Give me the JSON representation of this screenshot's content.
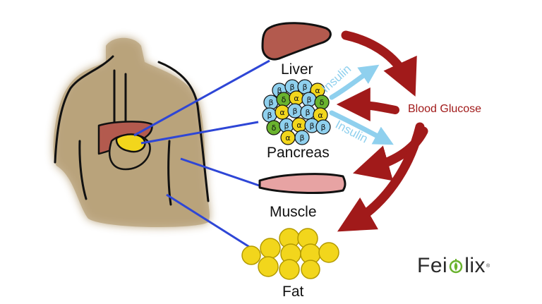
{
  "labels": {
    "liver": "Liver",
    "pancreas": "Pancreas",
    "muscle": "Muscle",
    "fat": "Fat",
    "blood_glucose": "Blood Glucose",
    "insulin_upper": "Insulin",
    "insulin_lower": "Insulin"
  },
  "pancreas_cells": [
    "β",
    "β",
    "β",
    "α",
    "β",
    "δ",
    "α",
    "β",
    "δ",
    "β",
    "α",
    "β",
    "β",
    "α",
    "δ",
    "β",
    "α",
    "β",
    "β",
    "α",
    "β"
  ],
  "logo": {
    "text_left": "Fei",
    "text_right": "lix",
    "mark": "®"
  },
  "colors": {
    "body": "#b8a27a",
    "arrow_red": "#a11a1a",
    "insulin_blue": "#8fd0ee",
    "connector_blue": "#2e46d6",
    "liver": "#b35a4e",
    "fat": "#f2d61c",
    "logo_green": "#6ab32e"
  }
}
